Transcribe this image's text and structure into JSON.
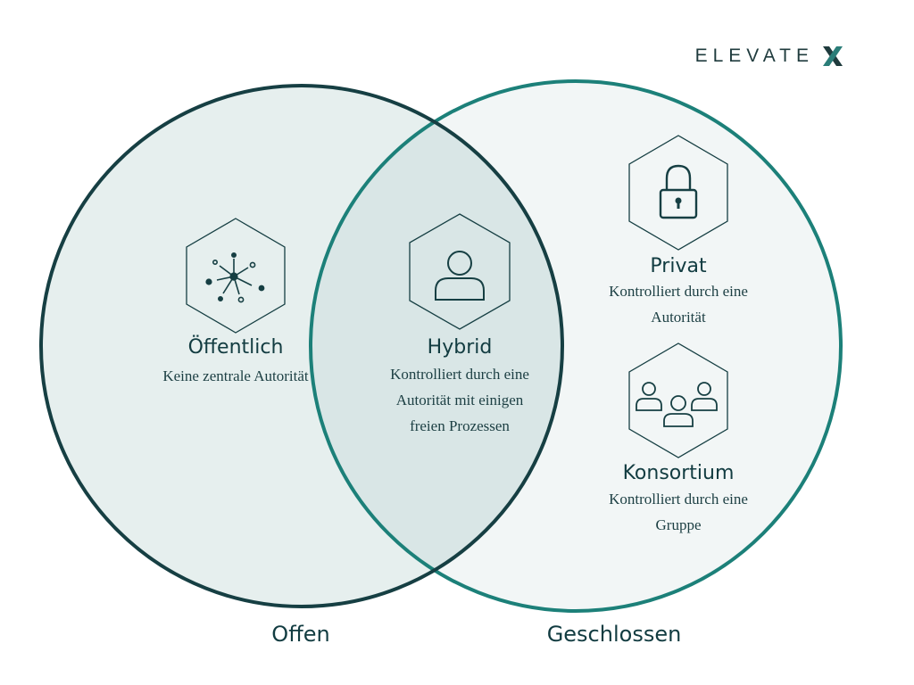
{
  "logo": {
    "word": "ELEVATE",
    "mark": "X",
    "color": "#1f3b3d",
    "accent": "#2a7d78"
  },
  "colors": {
    "left_circle_stroke": "#163f43",
    "right_circle_stroke": "#1c8079",
    "left_fill": "#e6efee",
    "right_fill": "#f2f6f6",
    "overlap_fill": "#d9e6e6",
    "text": "#123c41"
  },
  "sets": {
    "left": "Offen",
    "right": "Geschlossen"
  },
  "regions": {
    "public": {
      "icon": "network-nodes-icon",
      "title": "Öffentlich",
      "description": "Keine zentrale Autorität"
    },
    "hybrid": {
      "icon": "person-icon",
      "title": "Hybrid",
      "description_lines": [
        "Kontrolliert durch eine",
        "Autorität mit einigen",
        "freien Prozessen"
      ]
    },
    "private": {
      "icon": "padlock-icon",
      "title": "Privat",
      "description_lines": [
        "Kontrolliert durch eine",
        "Autorität"
      ]
    },
    "consortium": {
      "icon": "group-icon",
      "title": "Konsortium",
      "description_lines": [
        "Kontrolliert durch eine",
        "Gruppe"
      ]
    }
  }
}
